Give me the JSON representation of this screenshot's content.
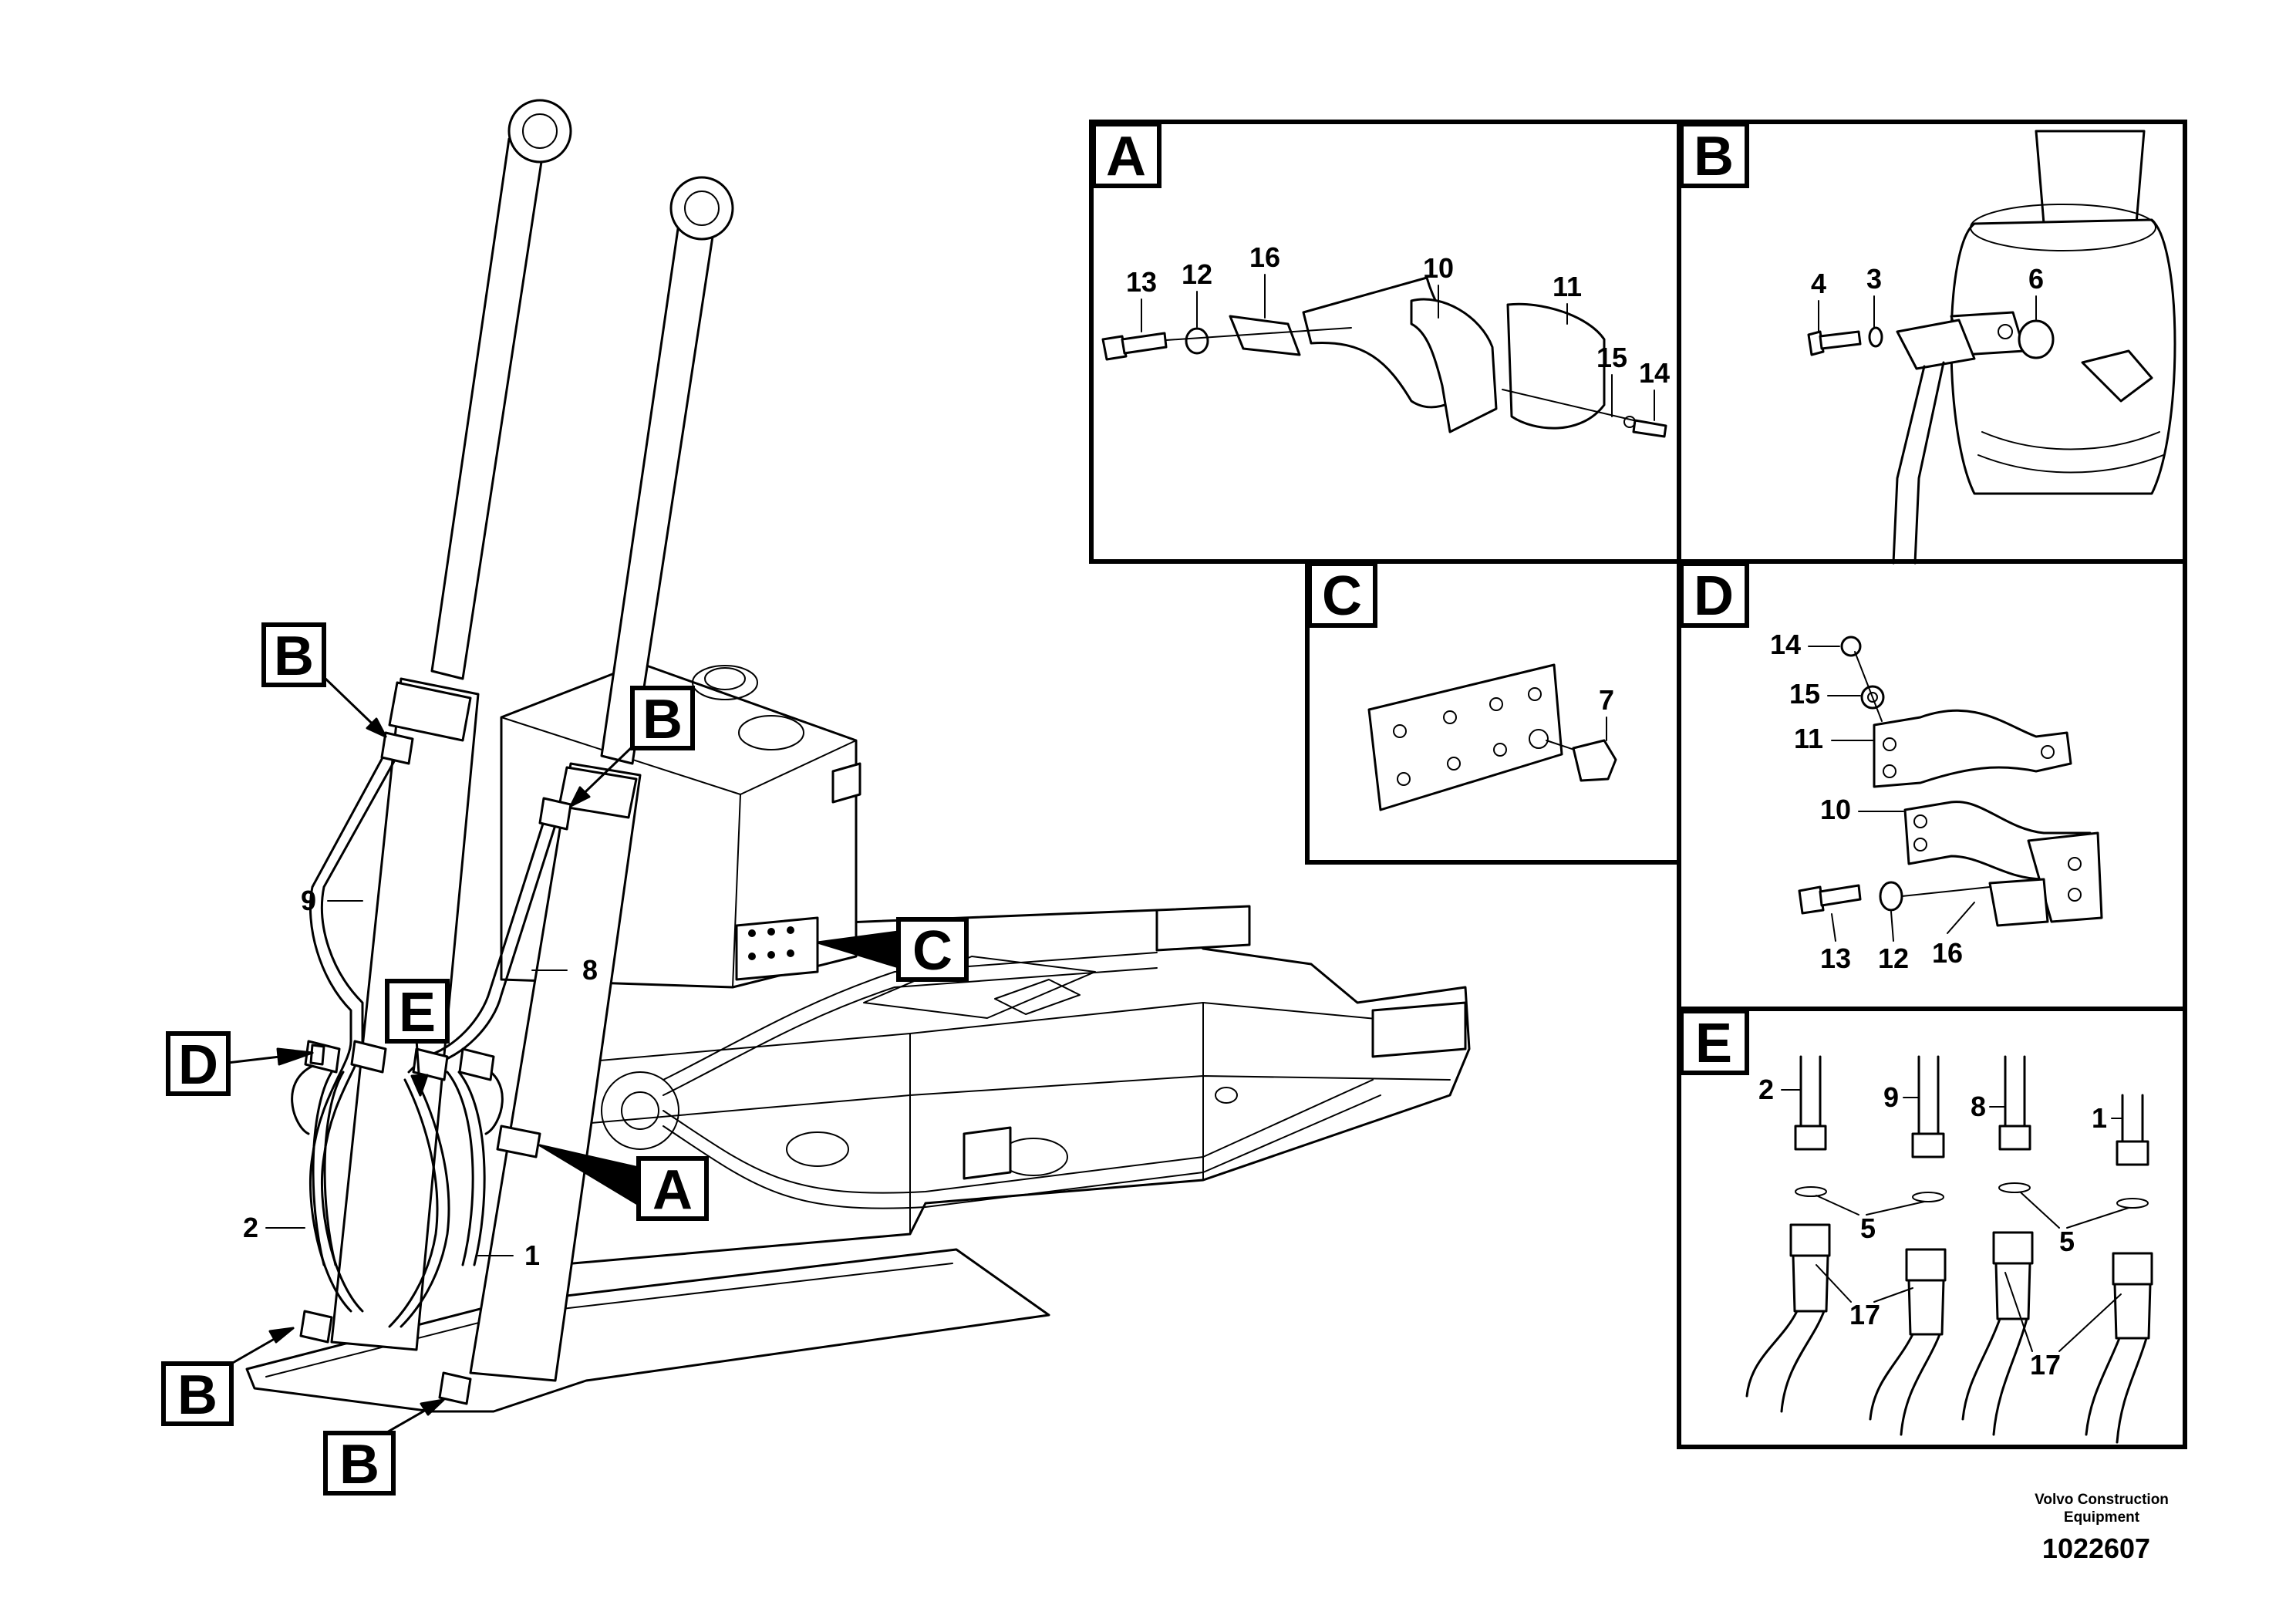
{
  "callouts": {
    "main": {
      "b1": "B",
      "b2": "B",
      "b3": "B",
      "b4": "B",
      "c": "C",
      "d": "D",
      "e": "E",
      "a": "A",
      "p9": "9",
      "p8": "8",
      "p2": "2",
      "p1": "1"
    },
    "detail_a": {
      "title": "A",
      "p13": "13",
      "p12": "12",
      "p16": "16",
      "p10": "10",
      "p11": "11",
      "p15": "15",
      "p14": "14"
    },
    "detail_b": {
      "title": "B",
      "p4": "4",
      "p3": "3",
      "p6": "6"
    },
    "detail_c": {
      "title": "C",
      "p7": "7"
    },
    "detail_d": {
      "title": "D",
      "p14": "14",
      "p15": "15",
      "p11": "11",
      "p10": "10",
      "p13": "13",
      "p12": "12",
      "p16": "16"
    },
    "detail_e": {
      "title": "E",
      "p2": "2",
      "p9": "9",
      "p8": "8",
      "p1": "1",
      "p5a": "5",
      "p5b": "5",
      "p17a": "17",
      "p17b": "17"
    }
  },
  "credit": {
    "line1": "Volvo Construction",
    "line2": "Equipment",
    "figure_number": "1022607"
  }
}
